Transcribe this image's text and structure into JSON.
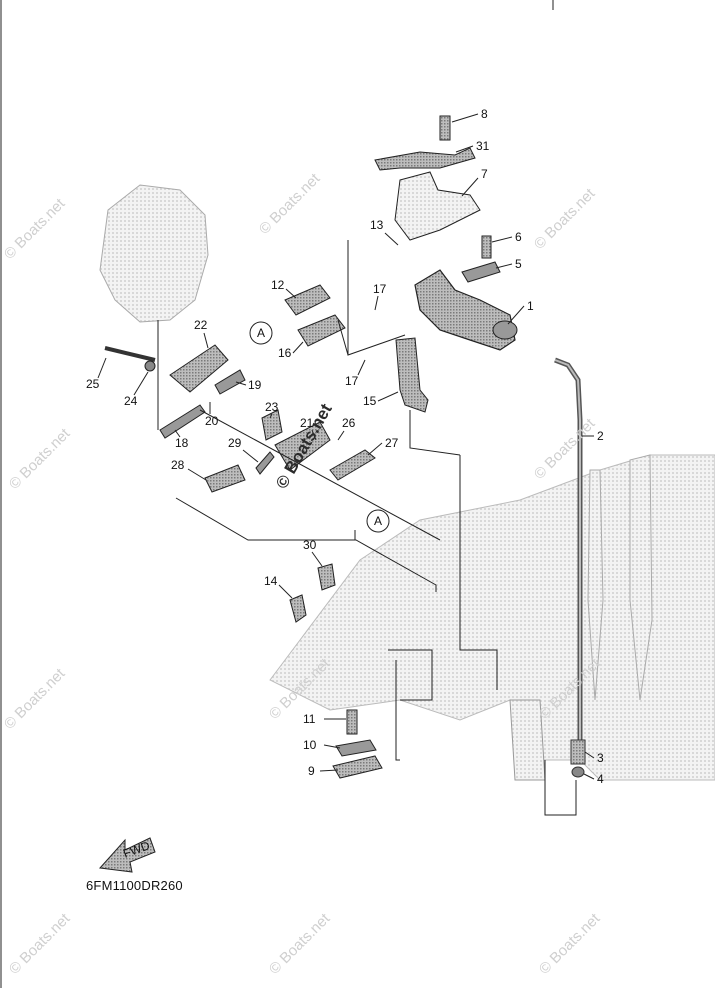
{
  "diagram_code": "6FM1100DR260",
  "watermark": "© Boats.net",
  "section_marker": "A",
  "callouts": [
    "1",
    "2",
    "3",
    "4",
    "5",
    "6",
    "7",
    "8",
    "9",
    "10",
    "11",
    "12",
    "13",
    "14",
    "15",
    "16",
    "17",
    "17",
    "18",
    "19",
    "20",
    "21",
    "22",
    "23",
    "24",
    "25",
    "26",
    "27",
    "28",
    "29",
    "30",
    "31"
  ],
  "arrow_label": "FWD",
  "colors": {
    "line": "#222222",
    "part_fill": "#9a9a9a",
    "housing_fill": "#e6e6e6"
  }
}
